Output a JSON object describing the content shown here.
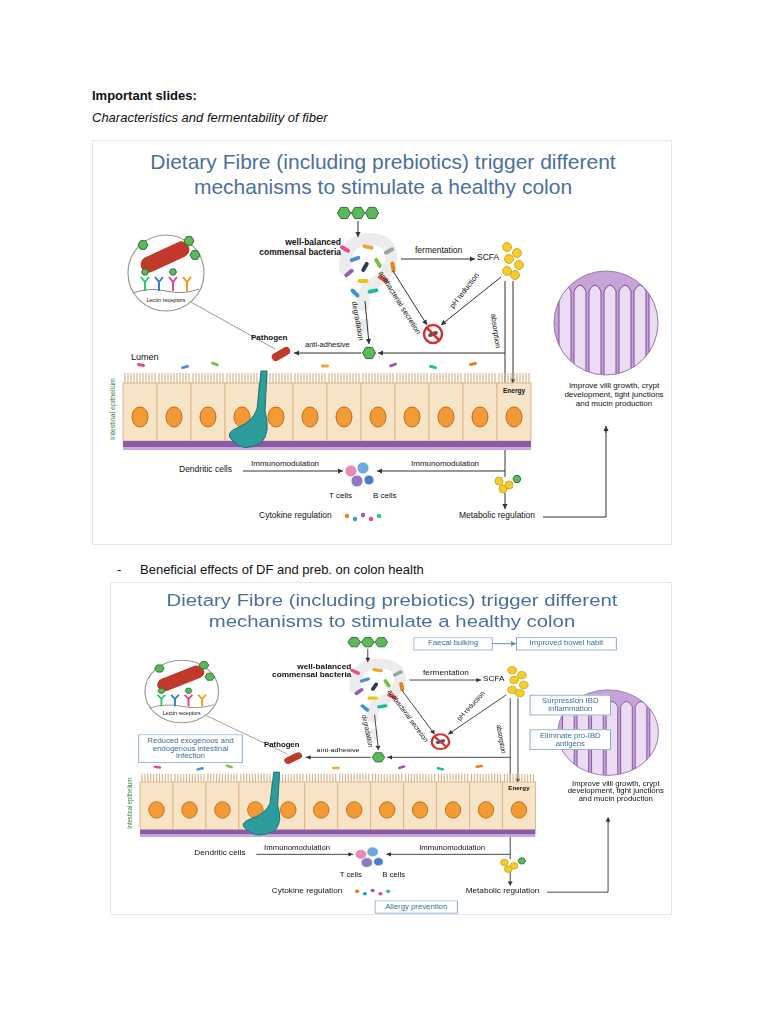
{
  "diagram": {
    "title": "Important slides:",
    "nodes": [
      {
        "text": [
          "Dietary Fibre (including prebiotics) trigger different mechanisms to stimulate a healthy colon"
        ]
      },
      {
        "text": [
          "Dietary Fibre (including prebiotics) trigger different mechanisms to stimulate a healthy colon"
        ]
      },
      {
        "text": [
          "Faecal bulking"
        ],
        "in": 1
      },
      {
        "text": [
          "Improved bowel habit"
        ],
        "in": 1
      },
      {
        "text": [
          "Surpression IBD inflammation"
        ],
        "in": 1
      },
      {
        "text": [
          "Eliminate pro-IBD antigens"
        ],
        "in": 1
      },
      {
        "text": [
          "Reduced exogenous and endogenous intestinal infection"
        ],
        "in": 1
      },
      {
        "text": [
          "Allergy prevention"
        ],
        "in": 1
      }
    ],
    "edges": [
      {
        "from": 2,
        "to": 3,
        "arrow": "to"
      }
    ],
    "labels": [
      "Characteristics and fermentability of fiber",
      "-",
      "Beneficial effects of DF and preb. on colon health",
      "well-balanced commensal bacteria",
      "fermentation",
      "SCFA",
      "antibacterial secretion",
      "pH reduction",
      "degradation",
      "absorption",
      "anti-adhesive",
      "Pathogen",
      "Lumen",
      "Lectin receptors",
      "Intestinal epithelium",
      "Energy",
      "Improve villi growth, crypt development, tight junctions and mucin production",
      "Dendritic cells",
      "Immunomodulation",
      "T cells",
      "B cells",
      "Immunomodulation",
      "Cytokine regulation",
      "Metabolic regulation",
      "well-balanced commensal bacteria",
      "fermentation",
      "SCFA",
      "antibacterial secretion",
      "pH reduction",
      "degradation",
      "absorption",
      "anti-adhesive",
      "Pathogen",
      "Lectin receptors",
      "Intestinal epithelium",
      "Energy",
      "Improve villi growth, crypt development, tight junctions and mucin production",
      "Dendritic cells",
      "Immunomodulation",
      "T cells",
      "B cells",
      "Immunomodulation",
      "Cytokine regulation",
      "Metabolic regulation"
    ]
  }
}
